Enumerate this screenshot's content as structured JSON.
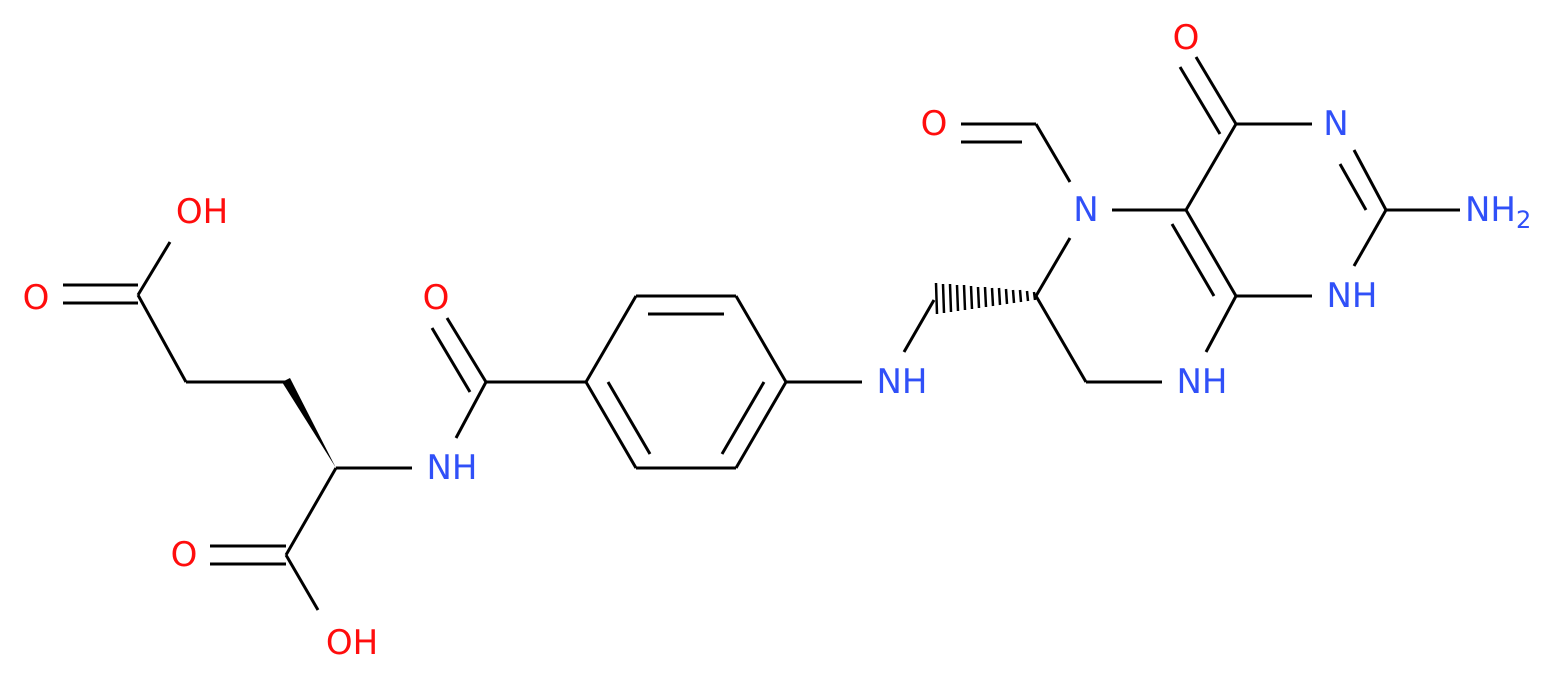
{
  "colors": {
    "background": "#ffffff",
    "bond": "#000000",
    "oxygen": "#ff0d0d",
    "nitrogen": "#3050f8"
  },
  "labels": {
    "oh_top": "OH",
    "o_top_acid": "O",
    "o_amide": "O",
    "nh_amide": "NH",
    "o_bottom_acid": "O",
    "oh_bottom": "OH",
    "nh_aniline": "NH",
    "o_formyl": "O",
    "n5": "N",
    "o_ketone": "O",
    "n3": "N",
    "nh2": "NH",
    "nh2_subscript": "2",
    "nh_ring_right": "NH",
    "nh_ring_bottom": "NH"
  }
}
